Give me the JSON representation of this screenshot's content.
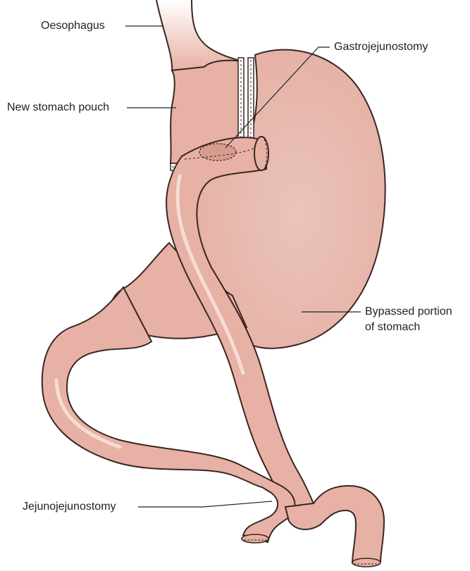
{
  "labels": {
    "oesophagus": "Oesophagus",
    "new_stomach_pouch": "New stomach pouch",
    "gastrojejunostomy": "Gastrojejunostomy",
    "bypassed_line1": "Bypassed portion",
    "bypassed_line2": "of stomach",
    "jejunojejunostomy": "Jejunojejunostomy"
  },
  "colors": {
    "tissue": "#e8b1a5",
    "tissue_light": "#f3d1c8",
    "tissue_dark": "#c98c80",
    "outline": "#3a2622",
    "leader": "#222222"
  }
}
